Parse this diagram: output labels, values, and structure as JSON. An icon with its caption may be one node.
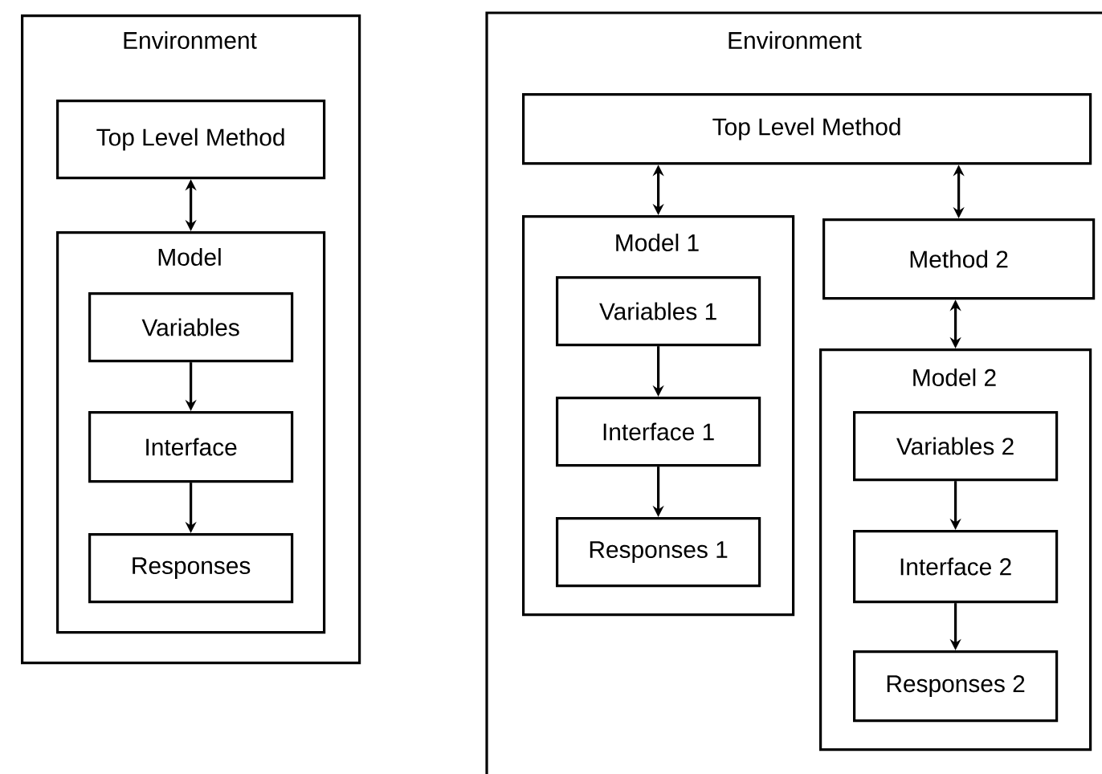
{
  "diagram": {
    "nodes": [
      {
        "text": [
          "Environment"
        ]
      },
      {
        "text": [
          "Top Level Method"
        ],
        "in": 0
      },
      {
        "text": [
          "Model"
        ],
        "in": 0
      },
      {
        "text": [
          "Variables"
        ],
        "in": 2
      },
      {
        "text": [
          "Interface"
        ],
        "in": 2
      },
      {
        "text": [
          "Responses"
        ],
        "in": 2
      },
      {
        "text": [
          "Environment"
        ]
      },
      {
        "text": [
          "Top Level Method"
        ],
        "in": 6
      },
      {
        "text": [
          "Model 1"
        ],
        "in": 6
      },
      {
        "text": [
          "Variables 1"
        ],
        "in": 8
      },
      {
        "text": [
          "Interface 1"
        ],
        "in": 8
      },
      {
        "text": [
          "Responses 1"
        ],
        "in": 8
      },
      {
        "text": [
          "Method 2"
        ],
        "in": 6
      },
      {
        "text": [
          "Model 2"
        ],
        "in": 6
      },
      {
        "text": [
          "Variables 2"
        ],
        "in": 13
      },
      {
        "text": [
          "Interface 2"
        ],
        "in": 13
      },
      {
        "text": [
          "Responses 2"
        ],
        "in": 13
      }
    ],
    "edges": [
      {
        "from": 1,
        "to": 2,
        "arrow": "both"
      },
      {
        "from": 3,
        "to": 4,
        "arrow": "to"
      },
      {
        "from": 4,
        "to": 5,
        "arrow": "to"
      },
      {
        "from": 7,
        "to": 8,
        "arrow": "both"
      },
      {
        "from": 9,
        "to": 10,
        "arrow": "to"
      },
      {
        "from": 10,
        "to": 11,
        "arrow": "to"
      },
      {
        "from": 7,
        "to": 12,
        "arrow": "both"
      },
      {
        "from": 12,
        "to": 13,
        "arrow": "both"
      },
      {
        "from": 14,
        "to": 15,
        "arrow": "to"
      },
      {
        "from": 15,
        "to": 16,
        "arrow": "to"
      }
    ]
  }
}
